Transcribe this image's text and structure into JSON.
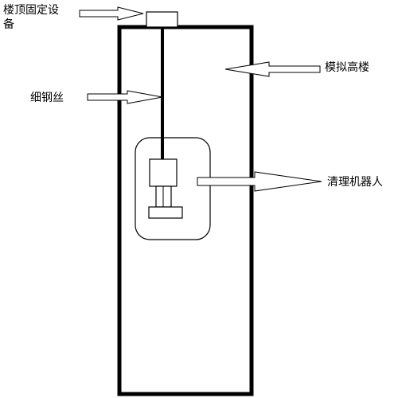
{
  "labels": {
    "roof_device": "楼顶固定设备",
    "building": "模拟高楼",
    "wire": "细钢丝",
    "robot": "清理机器人"
  }
}
